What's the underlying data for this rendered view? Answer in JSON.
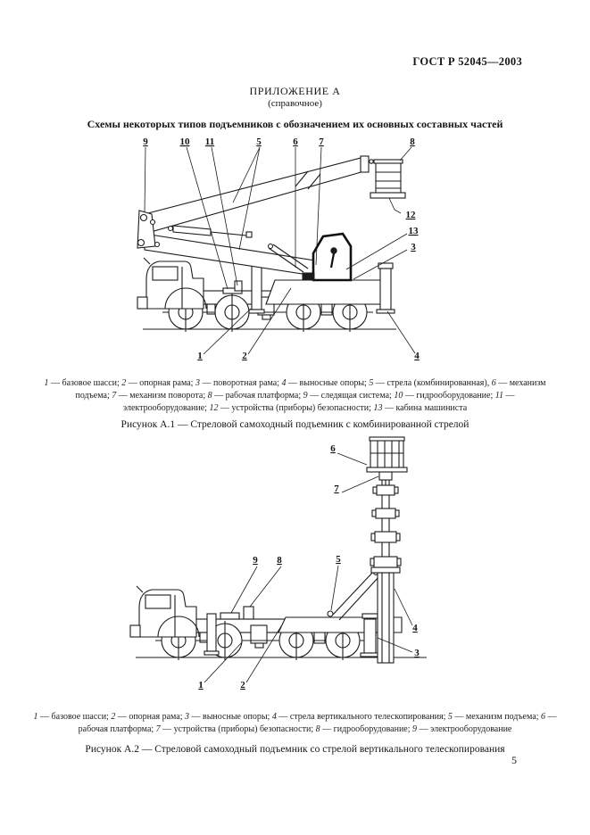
{
  "page": {
    "standard_number": "ГОСТ Р 52045—2003",
    "appendix_title": "ПРИЛОЖЕНИЕ А",
    "appendix_subtitle": "(справочное)",
    "section_title": "Схемы некоторых типов подъемников с обозначением их основных составных частей",
    "page_number": "5"
  },
  "figure_a1": {
    "caption": "Рисунок А.1 — Стреловой самоходный подъемник с комбинированной стрелой",
    "callouts": [
      "9",
      "10",
      "11",
      "5",
      "6",
      "7",
      "8",
      "12",
      "13",
      "3",
      "1",
      "2",
      "4"
    ],
    "legend": [
      {
        "num": "1",
        "text": "— базовое шасси;"
      },
      {
        "num": "2",
        "text": "— опорная рама;"
      },
      {
        "num": "3",
        "text": "— поворотная рама;"
      },
      {
        "num": "4",
        "text": "— выносные опоры;"
      },
      {
        "num": "5",
        "text": "— стрела (комбинированная),"
      },
      {
        "num": "6",
        "text": "— механизм подъема;"
      },
      {
        "num": "7",
        "text": "— механизм поворота;"
      },
      {
        "num": "8",
        "text": "— рабочая платформа;"
      },
      {
        "num": "9",
        "text": "— следящая система;"
      },
      {
        "num": "10",
        "text": "— гидрооборудование;"
      },
      {
        "num": "11",
        "text": "— электрооборудование;"
      },
      {
        "num": "12",
        "text": "— устройства (приборы) безопасности;"
      },
      {
        "num": "13",
        "text": "— кабина машиниста"
      }
    ]
  },
  "figure_a2": {
    "caption": "Рисунок А.2 — Стреловой самоходный подъемник со стрелой вертикального телескопирования",
    "callouts": [
      "6",
      "7",
      "9",
      "8",
      "5",
      "4",
      "3",
      "1",
      "2"
    ],
    "legend": [
      {
        "num": "1",
        "text": "— базовое шасси;"
      },
      {
        "num": "2",
        "text": "— опорная рама;"
      },
      {
        "num": "3",
        "text": "— выносные опоры;"
      },
      {
        "num": "4",
        "text": "— стрела вертикального телескопирования;"
      },
      {
        "num": "5",
        "text": "— механизм подъема;"
      },
      {
        "num": "6",
        "text": "— рабочая платформа;"
      },
      {
        "num": "7",
        "text": "— устройства (приборы) безопасности;"
      },
      {
        "num": "8",
        "text": "— гидрооборудование;"
      },
      {
        "num": "9",
        "text": "— электрооборудование"
      }
    ]
  }
}
